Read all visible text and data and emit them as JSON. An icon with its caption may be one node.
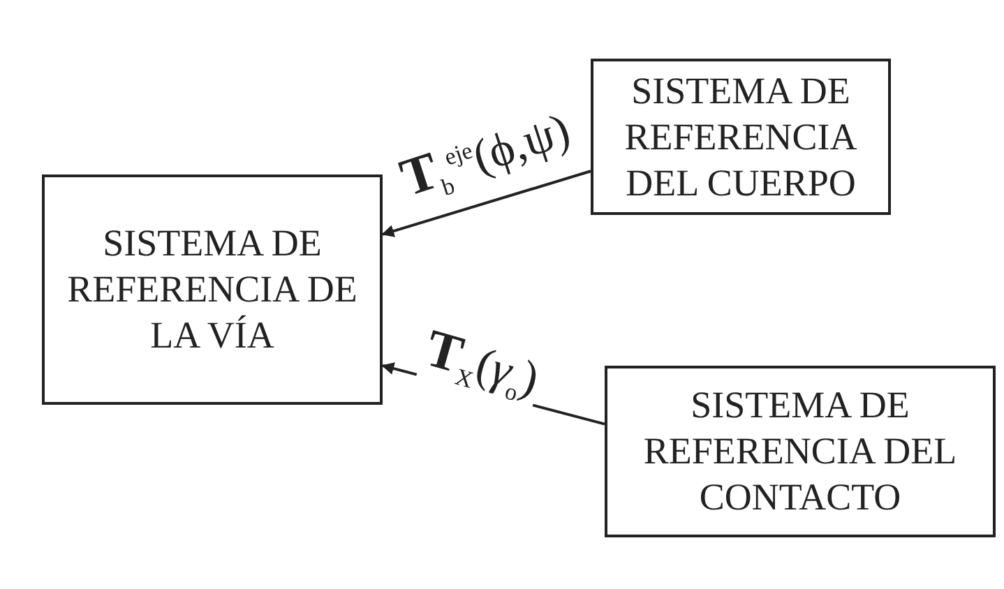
{
  "diagram": {
    "nodes": [
      {
        "text": [
          "SISTEMA DE REFERENCIA DE LA VÍA"
        ]
      },
      {
        "text": [
          "SISTEMA DE REFERENCIA DEL CUERPO"
        ]
      },
      {
        "text": [
          "SISTEMA DE REFERENCIA DEL CONTACTO"
        ]
      }
    ],
    "edges": [
      {
        "from": 1,
        "to": 0,
        "arrow": "to",
        "label": "**T**$_{b}$$^{eje}$(ϕ,ψ)"
      },
      {
        "from": 2,
        "to": 0,
        "arrow": "to",
        "label": "**T**$_{X}$(*γ*$_{o}$)"
      }
    ]
  }
}
